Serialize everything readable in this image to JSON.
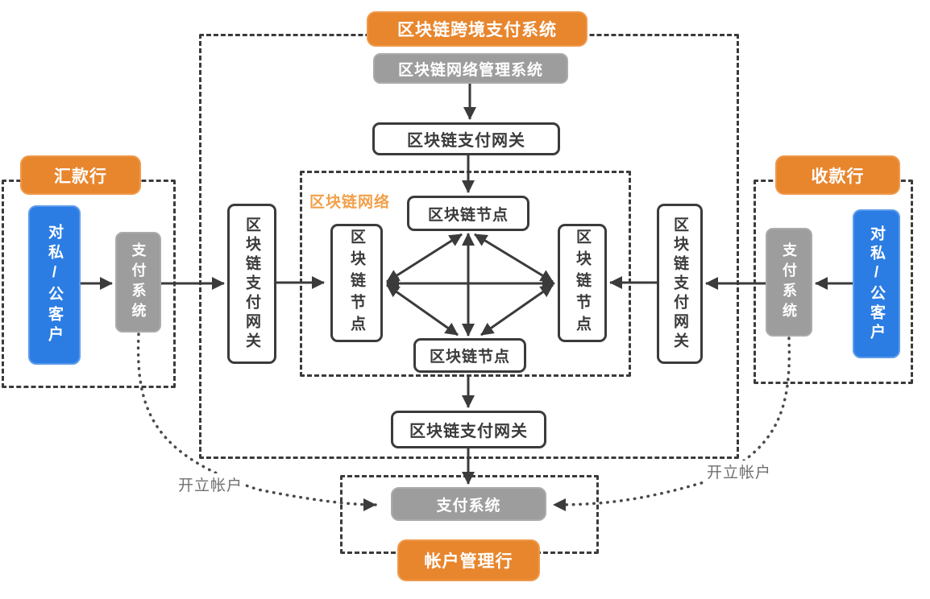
{
  "system": {
    "title": "区块链跨境支付系统",
    "management": "区块链网络管理系统",
    "gateways": {
      "top": "区块链支付网关",
      "left": "区块链支付网关",
      "right": "区块链支付网关",
      "bottom": "区块链支付网关"
    },
    "network": {
      "label": "区块链网络",
      "node_top": "区块链节点",
      "node_left": "区块链节点",
      "node_right": "区块链节点",
      "node_bottom": "区块链节点"
    }
  },
  "remitting_bank": {
    "title": "汇款行",
    "customer": "对私/公客户",
    "payment_system": "支付系统"
  },
  "receiving_bank": {
    "title": "收款行",
    "customer": "对私/公客户",
    "payment_system": "支付系统"
  },
  "account_bank": {
    "title": "帐户管理行",
    "payment_system": "支付系统"
  },
  "annotations": {
    "open_account_left": "开立帐户",
    "open_account_right": "开立帐户"
  },
  "colors": {
    "orange_badge": "#E8862E",
    "network_label_orange": "#F2A04A",
    "gray_badge": "#9D9D9D",
    "blue_box": "#2B7DE3",
    "line": "#3B3B3B",
    "annotation_text": "#6F6F6F"
  }
}
